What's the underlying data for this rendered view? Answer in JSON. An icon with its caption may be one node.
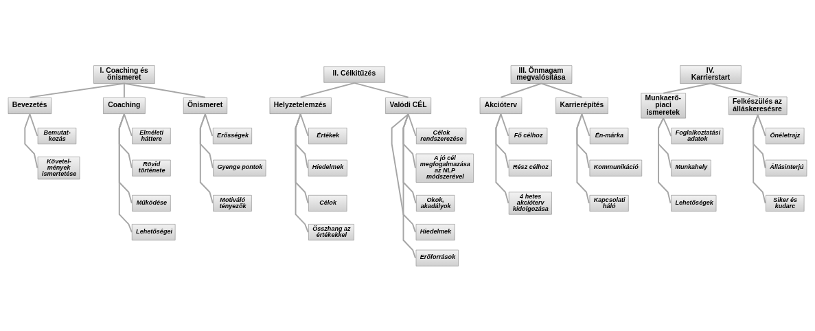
{
  "diagram": {
    "nodes": [
      {
        "text": [
          "I. Coaching és önismeret"
        ]
      },
      {
        "text": [
          "Bevezetés"
        ]
      },
      {
        "text": [
          "Bemutat- kozás"
        ]
      },
      {
        "text": [
          "Követel- mények ismertetése"
        ]
      },
      {
        "text": [
          "Coaching"
        ]
      },
      {
        "text": [
          "Elméleti háttere"
        ]
      },
      {
        "text": [
          "Rövid története"
        ]
      },
      {
        "text": [
          "Működése"
        ]
      },
      {
        "text": [
          "Lehetőségei"
        ]
      },
      {
        "text": [
          "Önismeret"
        ]
      },
      {
        "text": [
          "Erősségek"
        ]
      },
      {
        "text": [
          "Gyenge pontok"
        ]
      },
      {
        "text": [
          "Motiváló tényezők"
        ]
      },
      {
        "text": [
          "II. Célkitűzés"
        ]
      },
      {
        "text": [
          "Helyzetelemzés"
        ]
      },
      {
        "text": [
          "Értékek"
        ]
      },
      {
        "text": [
          "Hiedelmek"
        ]
      },
      {
        "text": [
          "Célok"
        ]
      },
      {
        "text": [
          "Összhang az értékekkel"
        ]
      },
      {
        "text": [
          "Valódi CÉL"
        ]
      },
      {
        "text": [
          "Célok rendszerezése"
        ]
      },
      {
        "text": [
          "A jó cél megfogalmazása az NLP módszerével"
        ]
      },
      {
        "text": [
          "Okok, akadályok"
        ]
      },
      {
        "text": [
          "Hiedelmek"
        ]
      },
      {
        "text": [
          "Erőforrások"
        ]
      },
      {
        "text": [
          "III. Önmagam megvalósítása"
        ]
      },
      {
        "text": [
          "Akcióterv"
        ]
      },
      {
        "text": [
          "Fő célhoz"
        ]
      },
      {
        "text": [
          "Rész célhoz"
        ]
      },
      {
        "text": [
          "4 hetes akcióterv kidolgozása"
        ]
      },
      {
        "text": [
          "Karrierépítés"
        ]
      },
      {
        "text": [
          "Én-márka"
        ]
      },
      {
        "text": [
          "Kommunikáció"
        ]
      },
      {
        "text": [
          "Kapcsolati háló"
        ]
      },
      {
        "text": [
          "IV. Karrierstart"
        ]
      },
      {
        "text": [
          "Munkaerő- piaci ismeretek"
        ]
      },
      {
        "text": [
          "Foglalkoztatási adatok"
        ]
      },
      {
        "text": [
          "Munkahely"
        ]
      },
      {
        "text": [
          "Lehetőségek"
        ]
      },
      {
        "text": [
          "Felkészülés az álláskeresésre"
        ]
      },
      {
        "text": [
          "Önéletrajz"
        ]
      },
      {
        "text": [
          "Állásinterjú"
        ]
      },
      {
        "text": [
          "Siker és kudarc"
        ]
      }
    ],
    "edges": [
      {
        "from": 0,
        "to": 1,
        "arrow": "none"
      },
      {
        "from": 0,
        "to": 4,
        "arrow": "none"
      },
      {
        "from": 0,
        "to": 9,
        "arrow": "none"
      },
      {
        "from": 1,
        "to": 2,
        "arrow": "none"
      },
      {
        "from": 1,
        "to": 3,
        "arrow": "none"
      },
      {
        "from": 4,
        "to": 5,
        "arrow": "none"
      },
      {
        "from": 4,
        "to": 6,
        "arrow": "none"
      },
      {
        "from": 4,
        "to": 7,
        "arrow": "none"
      },
      {
        "from": 4,
        "to": 8,
        "arrow": "none"
      },
      {
        "from": 9,
        "to": 10,
        "arrow": "none"
      },
      {
        "from": 9,
        "to": 11,
        "arrow": "none"
      },
      {
        "from": 9,
        "to": 12,
        "arrow": "none"
      },
      {
        "from": 13,
        "to": 14,
        "arrow": "none"
      },
      {
        "from": 13,
        "to": 19,
        "arrow": "none"
      },
      {
        "from": 14,
        "to": 15,
        "arrow": "none"
      },
      {
        "from": 14,
        "to": 16,
        "arrow": "none"
      },
      {
        "from": 14,
        "to": 17,
        "arrow": "none"
      },
      {
        "from": 14,
        "to": 18,
        "arrow": "none"
      },
      {
        "from": 19,
        "to": 20,
        "arrow": "none"
      },
      {
        "from": 19,
        "to": 21,
        "arrow": "none"
      },
      {
        "from": 19,
        "to": 22,
        "arrow": "none"
      },
      {
        "from": 19,
        "to": 23,
        "arrow": "none"
      },
      {
        "from": 19,
        "to": 24,
        "arrow": "none"
      },
      {
        "from": 25,
        "to": 26,
        "arrow": "none"
      },
      {
        "from": 25,
        "to": 30,
        "arrow": "none"
      },
      {
        "from": 26,
        "to": 27,
        "arrow": "none"
      },
      {
        "from": 26,
        "to": 28,
        "arrow": "none"
      },
      {
        "from": 26,
        "to": 29,
        "arrow": "none"
      },
      {
        "from": 30,
        "to": 31,
        "arrow": "none"
      },
      {
        "from": 30,
        "to": 32,
        "arrow": "none"
      },
      {
        "from": 30,
        "to": 33,
        "arrow": "none"
      },
      {
        "from": 34,
        "to": 35,
        "arrow": "none"
      },
      {
        "from": 34,
        "to": 39,
        "arrow": "none"
      },
      {
        "from": 35,
        "to": 36,
        "arrow": "none"
      },
      {
        "from": 35,
        "to": 37,
        "arrow": "none"
      },
      {
        "from": 35,
        "to": 38,
        "arrow": "none"
      },
      {
        "from": 39,
        "to": 40,
        "arrow": "none"
      },
      {
        "from": 39,
        "to": 41,
        "arrow": "none"
      },
      {
        "from": 39,
        "to": 42,
        "arrow": "none"
      }
    ]
  }
}
